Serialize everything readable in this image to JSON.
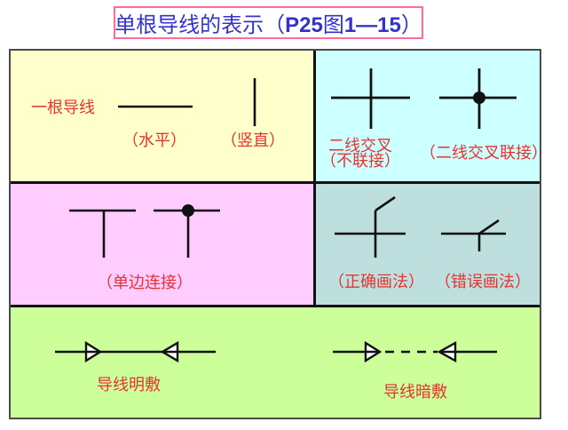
{
  "title": {
    "part1": "单根导线的表示（",
    "part2": "P25",
    "part3": "图",
    "part4": "1—15",
    "part5": "）"
  },
  "colors": {
    "title_border": "#FF6B9C",
    "title_text": "#3333CC",
    "label_red": "#E63333",
    "panel_yellow": "#FFFFCC",
    "panel_cyan": "#CCFFFF",
    "panel_pink": "#FFCCFF",
    "panel_teal": "#BDDFDE",
    "panel_green": "#CCFF99",
    "wire_black": "#111111"
  },
  "panels": {
    "single_wire": {
      "label": "一根导线",
      "caption_horizontal": "（水平）",
      "caption_vertical": "（竖直）"
    },
    "crossing": {
      "caption_no_join_line1": "二线交叉",
      "caption_no_join_line2": "（不联接）",
      "caption_join": "（二线交叉联接）"
    },
    "side_connection": {
      "caption": "（单边连接）"
    },
    "branch_drawing": {
      "caption_correct": "（正确画法）",
      "caption_wrong": "（错误画法）"
    },
    "laying": {
      "caption_exposed": "导线明敷",
      "caption_concealed": "导线暗敷"
    }
  }
}
